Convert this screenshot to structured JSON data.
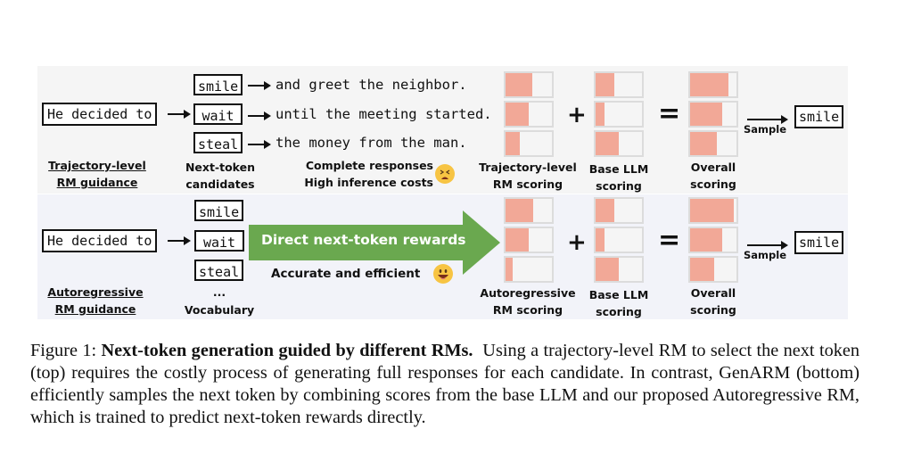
{
  "figure": {
    "top": {
      "prompt": "He decided to",
      "candidates": [
        "smile",
        "wait",
        "steal"
      ],
      "continuations": [
        "and greet the neighbor.",
        "until the meeting started.",
        "the money from the man."
      ],
      "guidance_label": [
        "Trajectory-level",
        "RM guidance"
      ],
      "candidates_label": [
        "Next-token",
        "candidates"
      ],
      "cost_label": [
        "Complete responses",
        "High inference costs"
      ],
      "emoji": "tired-face-icon",
      "rm_label": [
        "Trajectory-level",
        "RM scoring"
      ],
      "base_label": [
        "Base LLM",
        "scoring"
      ],
      "overall_label": [
        "Overall",
        "scoring"
      ],
      "rm_scores": [
        0.58,
        0.5,
        0.3
      ],
      "base_scores": [
        0.4,
        0.2,
        0.5
      ],
      "overall_scores": [
        0.82,
        0.7,
        0.58
      ],
      "sample_label": "Sample",
      "result": "smile"
    },
    "bottom": {
      "prompt": "He decided to",
      "candidates": [
        "smile",
        "wait",
        "steal"
      ],
      "ellipsis": "...",
      "guidance_label": [
        "Autoregressive",
        "RM guidance"
      ],
      "vocab_label": "Vocabulary",
      "arrow_label": "Direct next-token rewards",
      "efficiency_label": "Accurate and efficient",
      "emoji": "grinning-face-icon",
      "rm_label": [
        "Autoregressive",
        "RM scoring"
      ],
      "base_label": [
        "Base LLM",
        "scoring"
      ],
      "overall_label": [
        "Overall",
        "scoring"
      ],
      "rm_scores": [
        0.6,
        0.5,
        0.15
      ],
      "base_scores": [
        0.4,
        0.2,
        0.5
      ],
      "overall_scores": [
        0.95,
        0.7,
        0.52
      ],
      "sample_label": "Sample",
      "result": "smile"
    },
    "operators": {
      "plus": "+",
      "equals": "="
    },
    "colors": {
      "bar_fill": "#f2a897",
      "arrow_green": "#6aa84f",
      "panel_top": "#f5f5f5",
      "panel_bottom": "#f2f3f9"
    }
  },
  "caption": {
    "prefix": "Figure 1:",
    "bold": "Next-token generation guided by different RMs.",
    "text": "Using a trajectory-level RM to select the next token (top) requires the costly process of generating full responses for each candidate. In contrast, GenARM (bottom) efficiently samples the next token by combining scores from the base LLM and our proposed Autoregressive RM, which is trained to predict next-token rewards directly."
  }
}
